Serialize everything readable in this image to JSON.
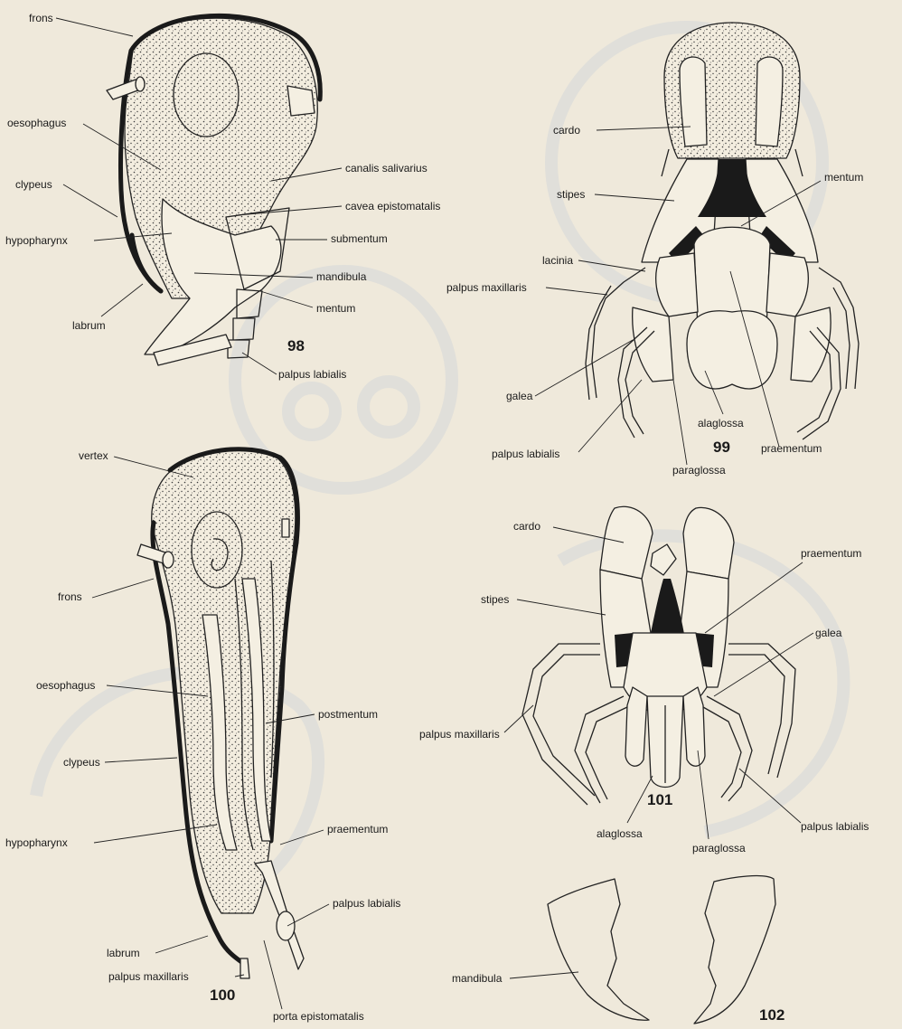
{
  "figures": {
    "fig98": {
      "number": "98",
      "labels": {
        "frons": "frons",
        "oesophagus": "oesophagus",
        "clypeus": "clypeus",
        "hypopharynx": "hypopharynx",
        "labrum": "labrum",
        "canalis_salivarius": "canalis salivarius",
        "cavea_epistomatalis": "cavea epistomatalis",
        "submentum": "submentum",
        "mandibula": "mandibula",
        "mentum": "mentum",
        "palpus_labialis": "palpus labialis"
      }
    },
    "fig99": {
      "number": "99",
      "labels": {
        "cardo": "cardo",
        "stipes": "stipes",
        "mentum": "mentum",
        "lacinia": "lacinia",
        "palpus_maxillaris": "palpus maxillaris",
        "galea": "galea",
        "palpus_labialis": "palpus labialis",
        "alaglossa": "alaglossa",
        "praementum": "praementum",
        "paraglossa": "paraglossa"
      }
    },
    "fig100": {
      "number": "100",
      "labels": {
        "vertex": "vertex",
        "frons": "frons",
        "oesophagus": "oesophagus",
        "postmentum": "postmentum",
        "clypeus": "clypeus",
        "hypopharynx": "hypopharynx",
        "praementum": "praementum",
        "palpus_labialis": "palpus labialis",
        "labrum": "labrum",
        "palpus_maxillaris": "palpus maxillaris",
        "porta_epistomatalis": "porta epistomatalis"
      }
    },
    "fig101": {
      "number": "101",
      "labels": {
        "cardo": "cardo",
        "praementum": "praementum",
        "stipes": "stipes",
        "galea": "galea",
        "palpus_maxillaris": "palpus maxillaris",
        "alaglossa": "alaglossa",
        "paraglossa": "paraglossa",
        "palpus_labialis": "palpus labialis"
      }
    },
    "fig102": {
      "number": "102",
      "labels": {
        "mandibula": "mandibula"
      }
    }
  },
  "colors": {
    "paper": "#efe9db",
    "ink": "#1a1a1a",
    "show_through": "#d4d7d8"
  }
}
